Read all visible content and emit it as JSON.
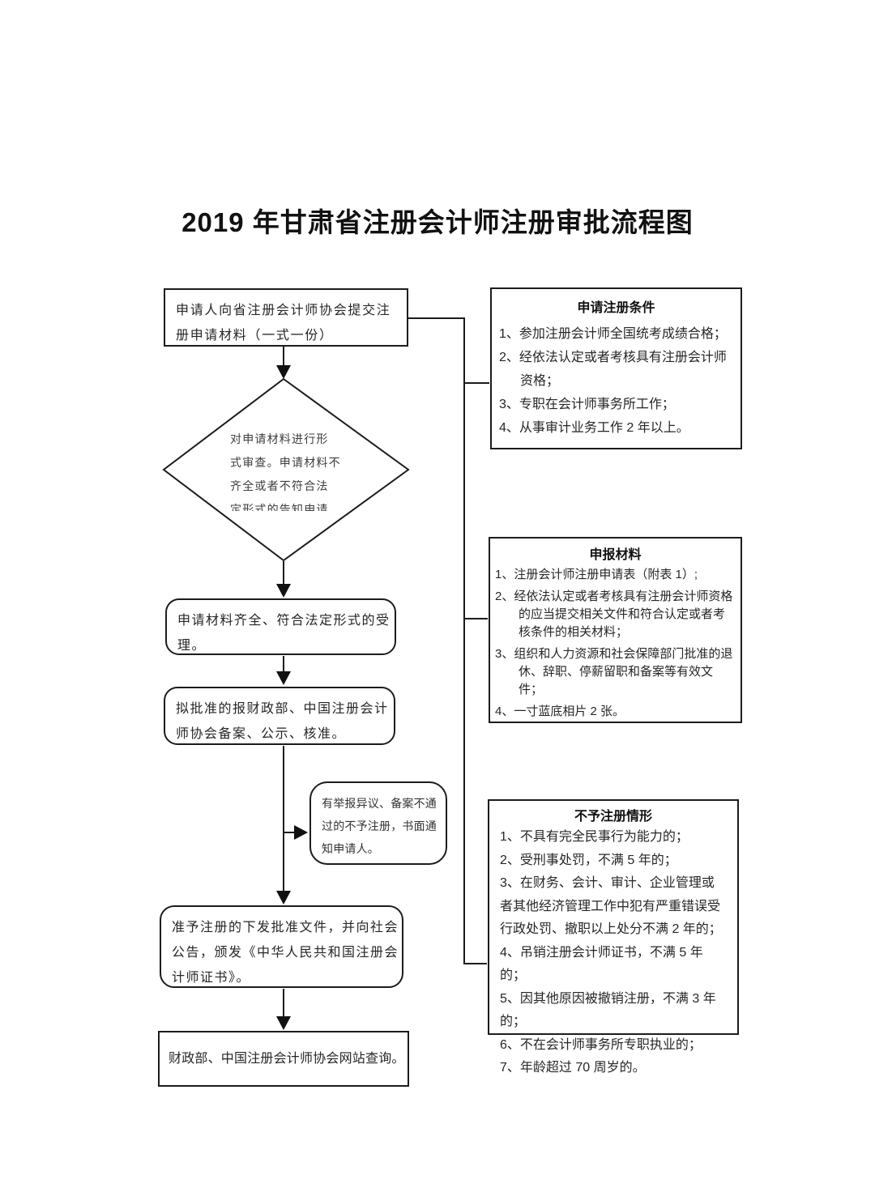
{
  "page": {
    "title": "2019 年甘肃省注册会计师注册审批流程图"
  },
  "flow": {
    "submit": "申请人向省注册会计师协会提交注册申请材料（一式一份）",
    "review_lines": [
      "对申请材料进行形",
      "式审查。申请材料不",
      "齐全或者不符合法",
      "定形式的告知申请"
    ],
    "accept": "申请材料齐全、符合法定形式的受理。",
    "record": "拟批准的报财政部、中国注册会计师协会备案、公示、核准。",
    "reject_notice": "有举报异议、备案不通过的不予注册，书面通知申请人。",
    "issue": "准予注册的下发批准文件，并向社会公告，颁发《中华人民共和国注册会计师证书》。",
    "query": "财政部、中国注册会计师协会网站查询。"
  },
  "panels": [
    {
      "title": "申请注册条件",
      "items": [
        "1、参加注册会计师全国统考成绩合格；",
        "2、经依法认定或者考核具有注册会计师资格；",
        "3、专职在会计师事务所工作；",
        "4、从事审计业务工作 2 年以上。"
      ]
    },
    {
      "title": "申报材料",
      "items": [
        "1、注册会计师注册申请表（附表 1）;",
        "2、经依法认定或者考核具有注册会计师资格的应当提交相关文件和符合认定或者考核条件的相关材料；",
        "3、组织和人力资源和社会保障部门批准的退休、辞职、停薪留职和备案等有效文件；",
        "4、一寸蓝底相片 2 张。"
      ]
    },
    {
      "title": "不予注册情形",
      "items": [
        "1、不具有完全民事行为能力的；",
        "2、受刑事处罚，不满 5 年的；",
        "3、在财务、会计、审计、企业管理或者其他经济管理工作中犯有严重错误受行政处罚、撤职以上处分不满 2 年的；",
        "4、吊销注册会计师证书，不满 5 年的；",
        "5、因其他原因被撤销注册，不满 3 年的；",
        "6、不在会计师事务所专职执业的；",
        "7、年龄超过 70 周岁的。"
      ]
    }
  ]
}
